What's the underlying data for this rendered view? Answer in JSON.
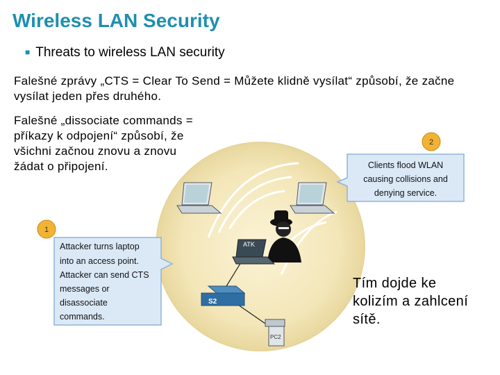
{
  "title": "Wireless LAN Security",
  "bullet": "Threats to wireless LAN security",
  "para1": "Falešné zprávy „CTS = Clear To Send = Můžete klidně vysílat“ způsobí, že začne vysílat jeden přes druhého.",
  "para2": "Falešné „dissociate commands = příkazy k odpojení“ způsobí, že všichni začnou znovu a znovu žádat o připojení.",
  "para3": "Tím dojde ke kolizím a zahlcení sítě.",
  "diagram": {
    "callout1": {
      "number": "1",
      "lines": [
        "Attacker turns laptop",
        "into an access point.",
        "Attacker can send CTS",
        "messages or",
        "disassociate",
        "commands."
      ]
    },
    "callout2": {
      "number": "2",
      "lines": [
        "Clients flood WLAN",
        "causing collisions and",
        "denying service."
      ]
    },
    "labels": {
      "attacker": "ATK",
      "switch": "S2",
      "pc": "PC2"
    },
    "colors": {
      "accent": "#1f8fb0",
      "badge": "#f2b233",
      "callout_fill": "#dbe9f7",
      "callout_stroke": "#8fb3d9",
      "cell": "#f3e6b8"
    }
  }
}
